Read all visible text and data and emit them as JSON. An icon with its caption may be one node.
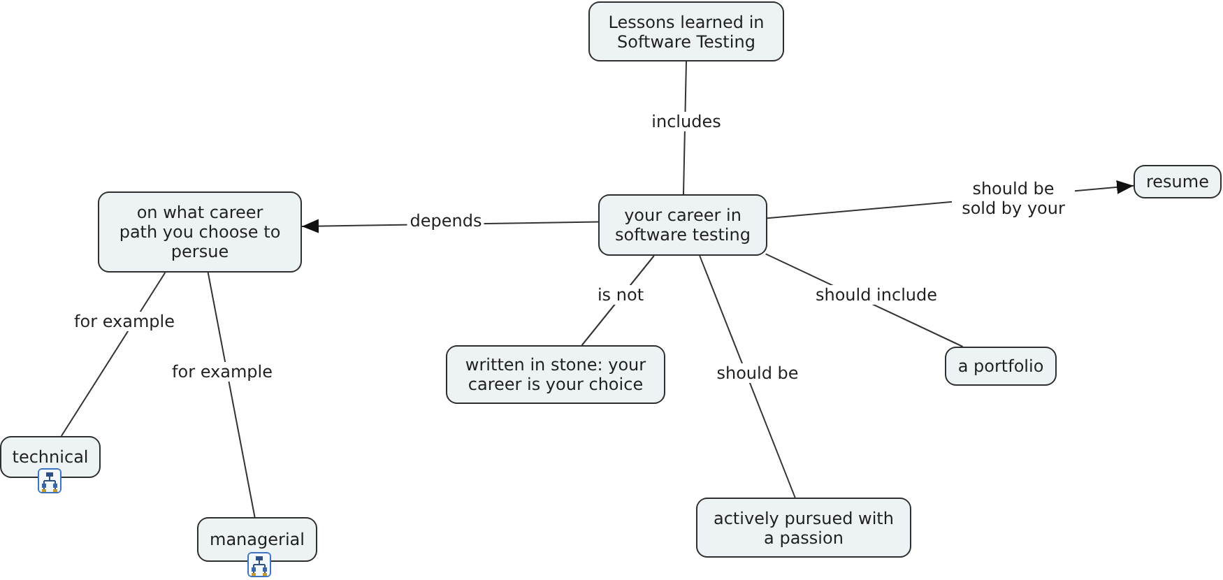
{
  "diagram": {
    "nodes": [
      {
        "text": [
          "Lessons learned in Software Testing"
        ]
      },
      {
        "text": [
          "your career in software testing"
        ]
      },
      {
        "text": [
          "on what career path you choose to persue"
        ]
      },
      {
        "text": [
          "resume"
        ]
      },
      {
        "text": [
          "written in stone: your career is your choice"
        ]
      },
      {
        "text": [
          "a portfolio"
        ]
      },
      {
        "text": [
          "actively pursued with a passion"
        ]
      },
      {
        "text": [
          "technical"
        ]
      },
      {
        "text": [
          "managerial"
        ]
      }
    ],
    "edges": [
      {
        "from": 0,
        "to": 1,
        "arrow": "none",
        "label": "includes"
      },
      {
        "from": 1,
        "to": 2,
        "arrow": "to",
        "label": "depends"
      },
      {
        "from": 1,
        "to": 3,
        "arrow": "to",
        "label": "should be sold by your"
      },
      {
        "from": 1,
        "to": 4,
        "arrow": "none",
        "label": "is not"
      },
      {
        "from": 1,
        "to": 5,
        "arrow": "none",
        "label": "should include"
      },
      {
        "from": 1,
        "to": 6,
        "arrow": "none",
        "label": "should be"
      },
      {
        "from": 2,
        "to": 7,
        "arrow": "none",
        "label": "for example"
      },
      {
        "from": 2,
        "to": 8,
        "arrow": "none",
        "label": "for example"
      }
    ]
  }
}
